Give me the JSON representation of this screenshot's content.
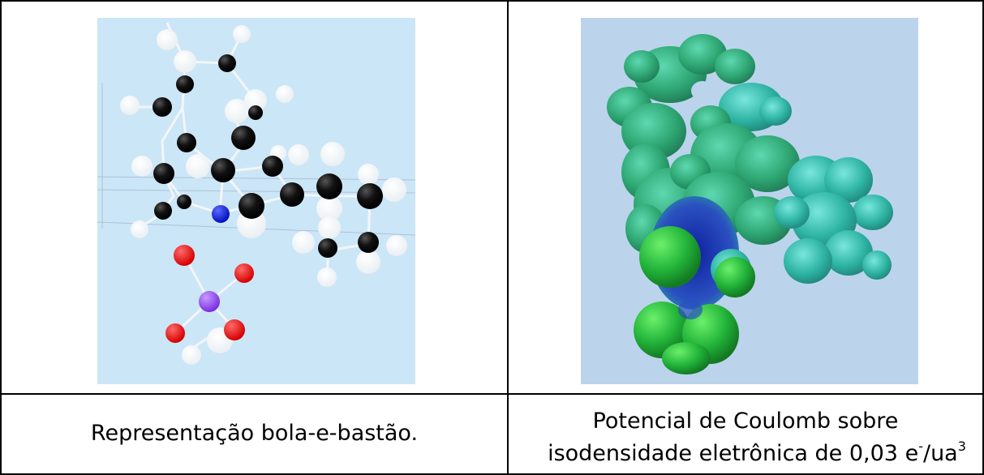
{
  "figures": [
    {
      "caption": "Representação bola-e-bastão.",
      "background": "#cbe6f7",
      "atom_colors": {
        "carbon": "#111111",
        "hydrogen": "#ffffff",
        "nitrogen": "#0a1fd8",
        "oxygen": "#e60000",
        "phosphorus": "#8a3ee8"
      }
    },
    {
      "caption_line1": "Potencial de Coulomb sobre",
      "caption_line2_text": "isodensidade eletrônica de 0,03 e",
      "caption_sup1": "-",
      "caption_mid": "/ua",
      "caption_sup2": "3",
      "background": "#bcd3ec",
      "surface_colors": {
        "neutral": "#2fa874",
        "positive": "#1a2fa0",
        "negative": "#22b43a",
        "light": "#4fd0c0"
      }
    }
  ]
}
